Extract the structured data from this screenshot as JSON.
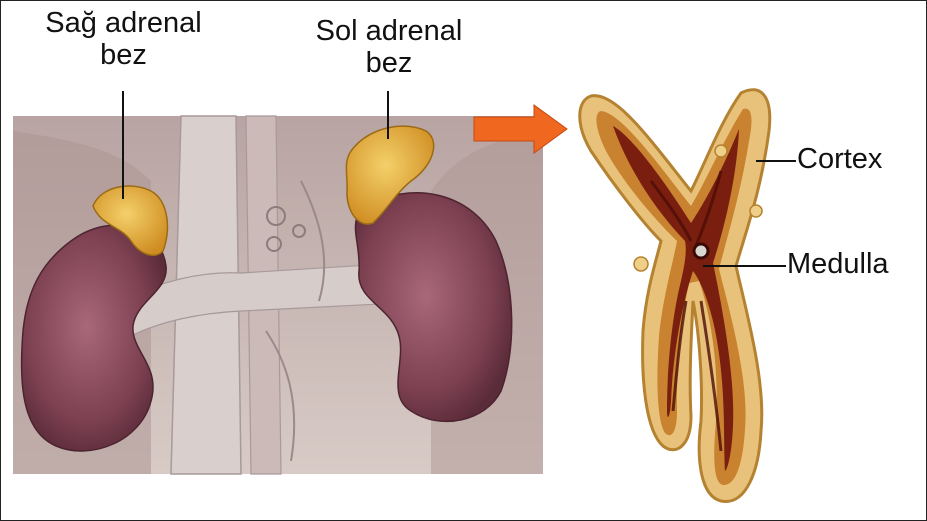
{
  "labels": {
    "right_adrenal": {
      "line1": "Sağ adrenal",
      "line2": "bez"
    },
    "left_adrenal": {
      "line1": "Sol adrenal",
      "line2": "bez"
    },
    "cortex": "Cortex",
    "medulla": "Medulla"
  },
  "colors": {
    "adrenal_yellow": "#e2ad35",
    "kidney": "#8a4a58",
    "background_tissue": "#c2b0ad",
    "arrow": "#f06820",
    "cortex_gold": "#d8a240",
    "medulla_red": "#7a1e10"
  }
}
